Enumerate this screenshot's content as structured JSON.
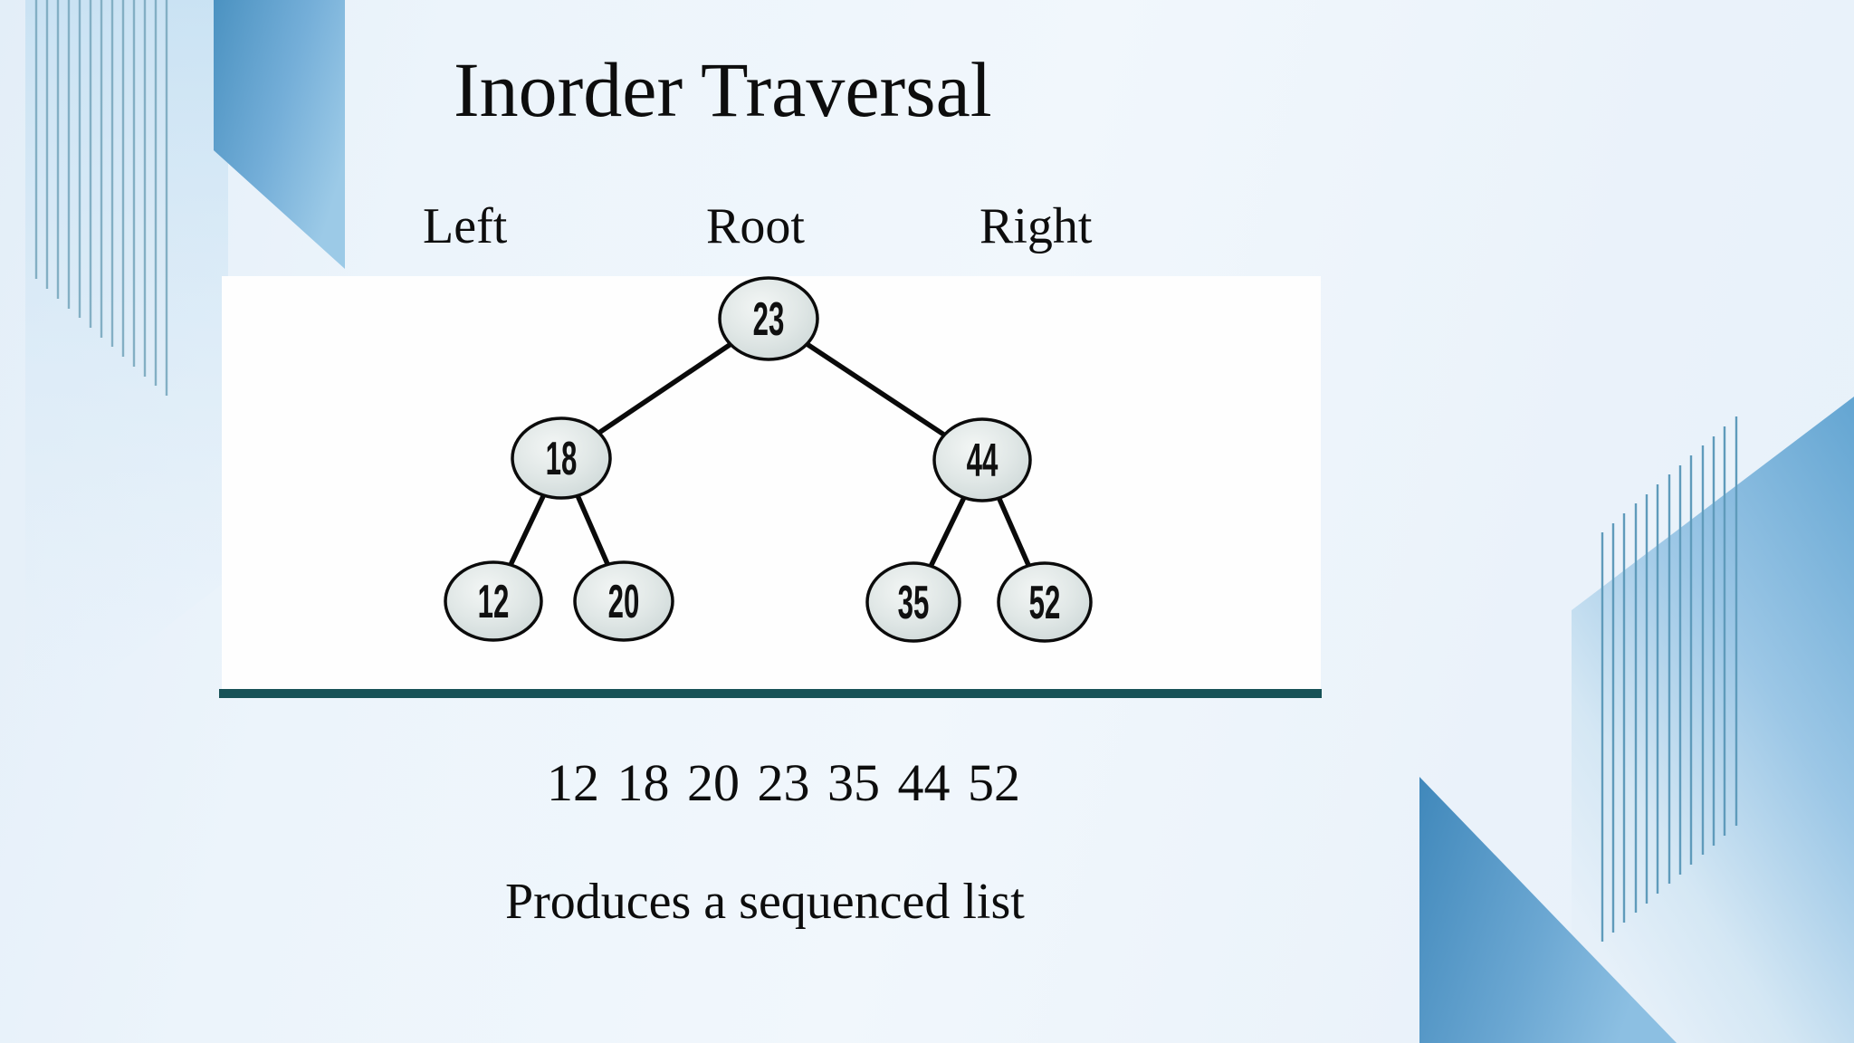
{
  "slide": {
    "title": "Inorder Traversal",
    "labels": {
      "left": "Left",
      "root": "Root",
      "right": "Right"
    },
    "result_sequence": "12 18 20 23 35 44 52",
    "caption": "Produces a sequenced list"
  },
  "tree": {
    "type": "binary-search-tree",
    "nodes": [
      {
        "value": "23",
        "role": "root"
      },
      {
        "value": "18",
        "role": "left-child-of-23"
      },
      {
        "value": "44",
        "role": "right-child-of-23"
      },
      {
        "value": "12",
        "role": "left-child-of-18"
      },
      {
        "value": "20",
        "role": "right-child-of-18"
      },
      {
        "value": "35",
        "role": "left-child-of-44"
      },
      {
        "value": "52",
        "role": "right-child-of-44"
      }
    ],
    "inorder_result": [
      "12",
      "18",
      "20",
      "23",
      "35",
      "44",
      "52"
    ]
  },
  "colors": {
    "background": "#edf4fb",
    "panel": "#fefefe",
    "teal_rule": "#175257",
    "node_fill": "#dde5e4",
    "node_stroke": "#0b0b0b",
    "edge_stroke": "#0a0a0a",
    "decoration_blue": "#4b92c1",
    "stripe_teal": "#7fadc2",
    "text": "#0d0d0d"
  }
}
